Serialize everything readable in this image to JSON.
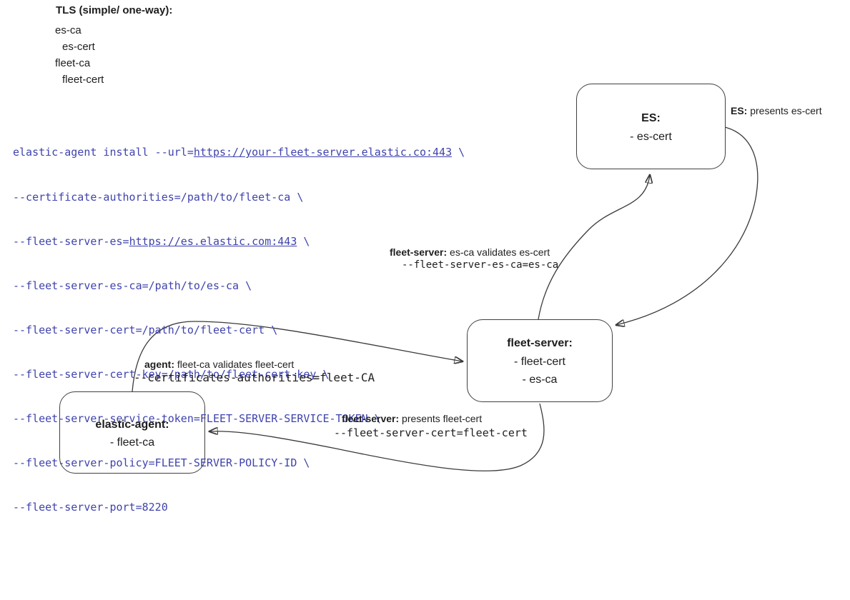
{
  "page": {
    "background": "#ffffff",
    "line_color": "#3a3a3a",
    "code_color": "#3f43ad"
  },
  "header": {
    "title": "TLS (simple/ one-way):",
    "items": [
      "es-ca",
      "es-cert",
      "fleet-ca",
      "fleet-cert"
    ]
  },
  "code_block": {
    "lines": [
      {
        "pre": "elastic-agent install --url=",
        "link": "https://your-fleet-server.elastic.co:443",
        "post": " \\"
      },
      {
        "pre": "--certificate-authorities=/path/to/fleet-ca \\"
      },
      {
        "pre": "--fleet-server-es=",
        "link": "https://es.elastic.com:443",
        "post": " \\"
      },
      {
        "pre": "--fleet-server-es-ca=/path/to/es-ca \\"
      },
      {
        "pre": "--fleet-server-cert=/path/to/fleet-cert \\"
      },
      {
        "pre": "--fleet-server-cert-key=/path/to/fleet-cert-key \\"
      },
      {
        "pre": "--fleet-server-service-token=FLEET-SERVER-SERVICE-TOKEN \\"
      },
      {
        "pre": "--fleet-server-policy=FLEET-SERVER-POLICY-ID \\"
      },
      {
        "pre": "--fleet-server-port=8220"
      }
    ]
  },
  "nodes": {
    "es": {
      "title": "ES:",
      "items": [
        "- es-cert"
      ]
    },
    "fleet_server": {
      "title": "fleet-server:",
      "items": [
        "- fleet-cert",
        "- es-ca"
      ]
    },
    "elastic_agent": {
      "title": "elastic-agent:",
      "items": [
        "- fleet-ca"
      ]
    }
  },
  "edge_labels": {
    "es_presents": {
      "bold": "ES:",
      "text": " presents es-cert"
    },
    "fleet_validates_es": {
      "bold": "fleet-server:",
      "text": " es-ca validates es-cert",
      "code": "--fleet-server-es-ca=es-ca"
    },
    "agent_validates_fleet": {
      "bold": "agent:",
      "text": " fleet-ca validates fleet-cert",
      "code": "--certificates-authorities=fleet-CA"
    },
    "fleet_presents": {
      "bold": "fleet-server:",
      "text": " presents fleet-cert",
      "code": "--fleet-server-cert=fleet-cert"
    }
  }
}
